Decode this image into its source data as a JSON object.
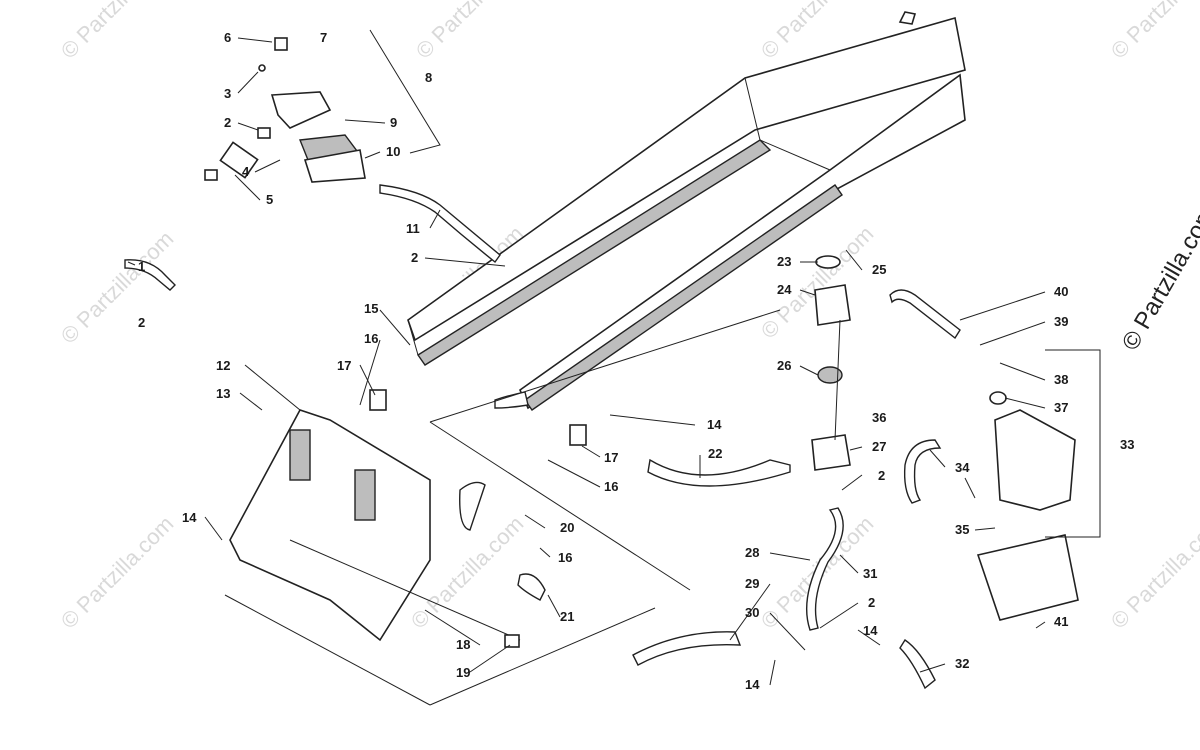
{
  "watermark": {
    "text": "© Partzilla.com",
    "side_text": "© Partzilla.com"
  },
  "callouts": [
    "1",
    "2",
    "3",
    "4",
    "5",
    "6",
    "7",
    "8",
    "9",
    "10",
    "11",
    "12",
    "13",
    "14",
    "15",
    "16",
    "17",
    "18",
    "19",
    "20",
    "21",
    "22",
    "23",
    "24",
    "25",
    "26",
    "27",
    "28",
    "29",
    "30",
    "31",
    "32",
    "33",
    "34",
    "35",
    "36",
    "37",
    "38",
    "39",
    "40",
    "41"
  ]
}
